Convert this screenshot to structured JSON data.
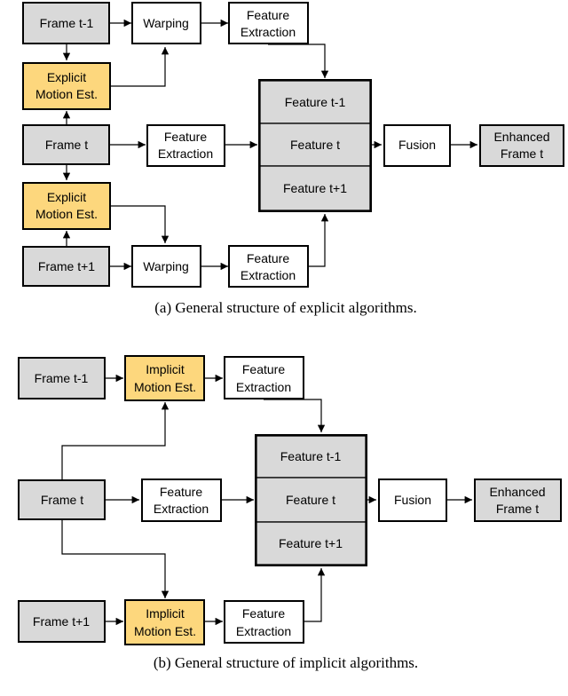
{
  "colors": {
    "input_fill": "#d9d9d9",
    "process_fill": "#ffffff",
    "motion_fill": "#fdd77d",
    "stack_fill": "#d9d9d9",
    "line": "#000000"
  },
  "diagram_a": {
    "frame_prev": "Frame t-1",
    "warping_top": "Warping",
    "feature_extraction_top": [
      "Feature",
      "Extraction"
    ],
    "motion_est_top": [
      "Explicit",
      "Motion Est."
    ],
    "frame_curr": "Frame t",
    "feature_extraction_mid": [
      "Feature",
      "Extraction"
    ],
    "motion_est_bottom": [
      "Explicit",
      "Motion Est."
    ],
    "frame_next": "Frame t+1",
    "warping_bottom": "Warping",
    "feature_extraction_bottom": [
      "Feature",
      "Extraction"
    ],
    "stack": [
      "Feature t-1",
      "Feature t",
      "Feature t+1"
    ],
    "fusion": "Fusion",
    "output": [
      "Enhanced",
      "Frame t"
    ],
    "caption": "(a)  General structure of explicit algorithms."
  },
  "diagram_b": {
    "frame_prev": "Frame t-1",
    "motion_est_top": [
      "Implicit",
      "Motion Est."
    ],
    "feature_extraction_top": [
      "Feature",
      "Extraction"
    ],
    "frame_curr": "Frame t",
    "feature_extraction_mid": [
      "Feature",
      "Extraction"
    ],
    "frame_next": "Frame t+1",
    "motion_est_bottom": [
      "Implicit",
      "Motion Est."
    ],
    "feature_extraction_bottom": [
      "Feature",
      "Extraction"
    ],
    "stack": [
      "Feature t-1",
      "Feature t",
      "Feature t+1"
    ],
    "fusion": "Fusion",
    "output": [
      "Enhanced",
      "Frame t"
    ],
    "caption": "(b)  General structure of implicit algorithms."
  }
}
